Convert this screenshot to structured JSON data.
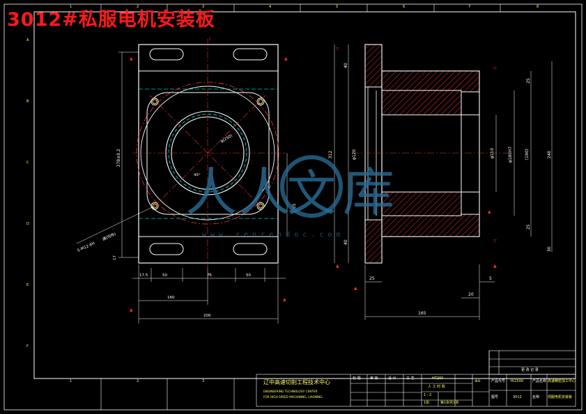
{
  "title": "3012#私服电机安装板",
  "watermark": {
    "chars": [
      "人",
      "人",
      "文",
      "库"
    ],
    "url_text": "www.renrendoc.com"
  },
  "front_view": {
    "dim_left_height": "278±0.2",
    "dim_center_height": "65",
    "dim_hole_pattern": "5-M12-6H",
    "dim_hole_note": "通(均布)",
    "dim_bolt_circle": "φ(250)",
    "dim_angle": "45°",
    "dim_bottom_small": "17",
    "dim_bottom_row": [
      "17.5",
      "50",
      "75",
      "50"
    ],
    "dim_bottom_mid": "160",
    "dim_bottom_total": "200"
  },
  "section_view": {
    "dim_left_total": "312",
    "dim_left_inner": "φ120",
    "dim_top_flange": "40",
    "dim_bottom_flange": "40",
    "dim_inner_small": "φ110",
    "dim_inner_bore": "φ180H7",
    "dim_inner_mid": "(190)",
    "dim_right_total": "240",
    "dim_right_top": "25",
    "dim_right_bottom": "25",
    "dim_right_offset": "30",
    "dim_bottom_a": "25",
    "dim_bottom_b": "5",
    "dim_bottom_c": "20",
    "dim_bottom_total": "165"
  },
  "border_numbers": {
    "top": [
      "1",
      "2",
      "3",
      "4",
      "5",
      "6",
      "7",
      "8"
    ],
    "side": [
      "A",
      "B",
      "C",
      "D",
      "E",
      "F"
    ]
  },
  "title_block": {
    "org_cn": "辽中高速切削工程技术中心",
    "org_en_1": "ENGINEERING TECHNOLOGY CENTER",
    "org_en_2": "FOR HIGH SPEED MACHINING, LIAONING",
    "headers": [
      "标 题",
      "审 核",
      "设 计",
      "工 艺"
    ],
    "material": "HT200",
    "standard": "人 工 时 效",
    "scale": "1 : 2",
    "sheet": "1张",
    "weight": "第1张共1张",
    "projection": "⊕⊖",
    "code_label": "产品代号",
    "code_value": "YK2500",
    "name_label": "产品名称",
    "name_value": "高速精密加工中心",
    "drawing_label": "图号",
    "drawing_value": "3012",
    "part_label": "名称",
    "part_value": "伺服电机安装板",
    "revision_header": "更 改 记 录"
  }
}
